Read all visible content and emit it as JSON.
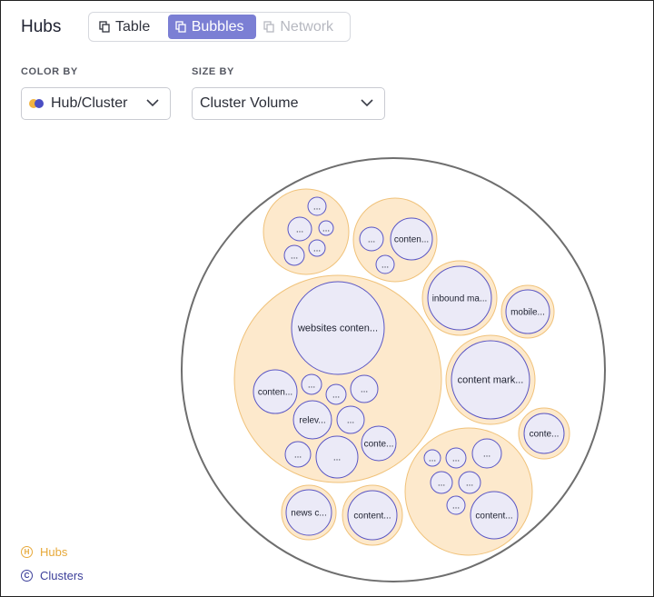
{
  "header": {
    "title": "Hubs",
    "view_toggle": {
      "table": "Table",
      "bubbles": "Bubbles",
      "network": "Network",
      "active": "Bubbles"
    }
  },
  "controls": {
    "color_by": {
      "label": "COLOR BY",
      "value": "Hub/Cluster"
    },
    "size_by": {
      "label": "SIZE BY",
      "value": "Cluster Volume"
    }
  },
  "legend": {
    "hubs": "Hubs",
    "clusters": "Clusters",
    "hub_glyph": "H",
    "cluster_glyph": "C"
  },
  "colors": {
    "accent": "#7b7fd4",
    "hub_fill": "#fde9cc",
    "hub_stroke": "#f0c27a",
    "cluster_fill": "#ebeaf7",
    "cluster_stroke": "#5a56c4",
    "outer_stroke": "#6e6e6e"
  },
  "bubble_labels": [
    "...",
    "...",
    "...",
    "...",
    "...",
    "...",
    "conten...",
    "...",
    "inbound ma...",
    "mobile...",
    "websites conten...",
    "conten...",
    "...",
    "...",
    "...",
    "relev...",
    "...",
    "...",
    "...",
    "conte...",
    "content mark...",
    "conte...",
    "news c...",
    "content...",
    "...",
    "...",
    "...",
    "...",
    "...",
    "...",
    "content..."
  ]
}
